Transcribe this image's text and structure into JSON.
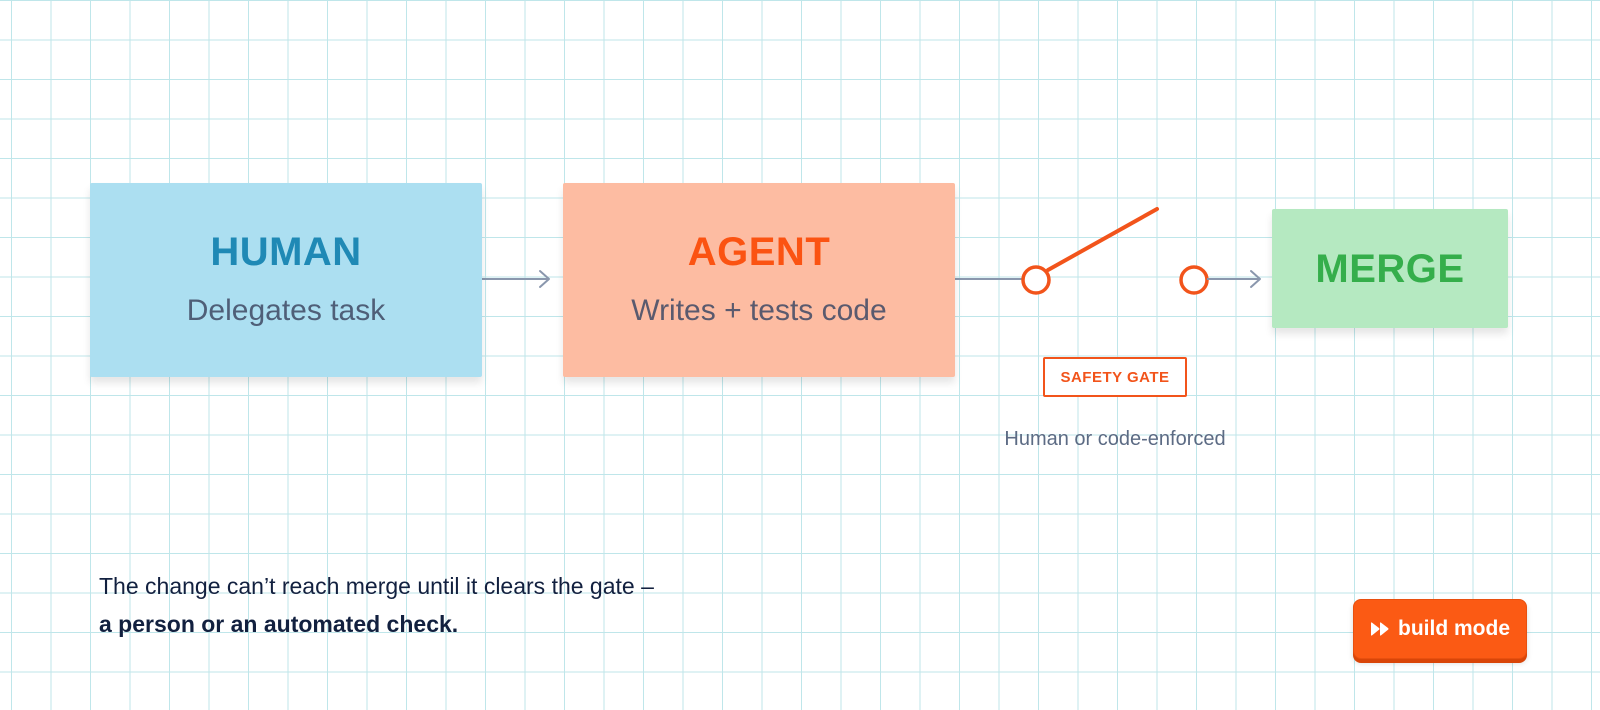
{
  "nodes": {
    "human": {
      "title": "HUMAN",
      "subtitle": "Delegates task"
    },
    "agent": {
      "title": "AGENT",
      "subtitle": "Writes + tests code"
    },
    "merge": {
      "title": "MERGE"
    }
  },
  "gate": {
    "label": "SAFETY GATE",
    "caption": "Human or code-enforced",
    "state": "open"
  },
  "footnote": {
    "line1": "The change can’t reach merge until it clears the gate –",
    "line2": "a person or an automated check."
  },
  "build_button": {
    "label": "build mode",
    "icon": "fast-forward-icon"
  },
  "colors": {
    "human_fill": "#acdff1",
    "human_title": "#1f89b5",
    "agent_fill": "#fdbca2",
    "agent_title": "#fb5312",
    "merge_fill": "#b5e9c1",
    "merge_title": "#35ae4b",
    "gate_accent": "#f2541b",
    "connector": "#8a97ad",
    "grid": "#bfe6ea"
  }
}
